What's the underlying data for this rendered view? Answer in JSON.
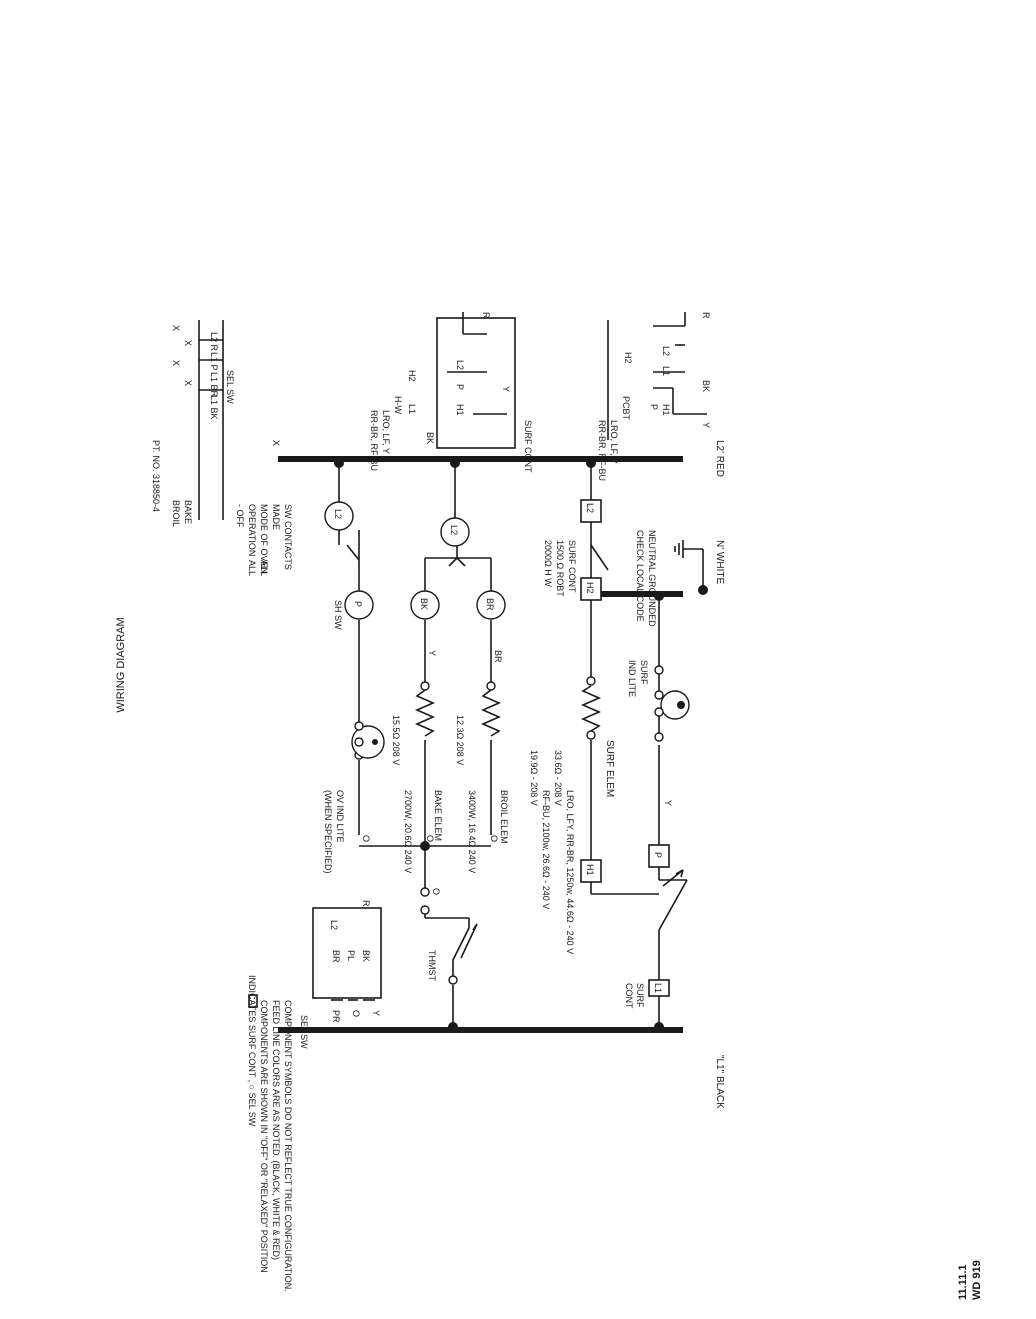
{
  "title": "WIRING DIAGRAM",
  "page_ref": {
    "line1": "11.11.1",
    "line2": "WD 919"
  },
  "buses": {
    "l1": "\"L1\" BLACK",
    "n": "N' WHITE",
    "l2": "L2' RED"
  },
  "ground_note": [
    "NEUTRAL GROUNDED",
    "CHECK LOCAL CODE"
  ],
  "surf_cont": {
    "label": [
      "SURF",
      "CONT"
    ],
    "terminals": {
      "l1": "L1",
      "h1": "H1",
      "p": "P",
      "h2": "H2",
      "l2": "L2"
    },
    "spec": [
      "SURF CONT",
      "1500 Ω ROBT",
      "2000Ω H W"
    ]
  },
  "surf_lite": {
    "label": [
      "SURF",
      "IND LITE"
    ]
  },
  "surf_elem": {
    "label": "SURF ELEM",
    "spec1": "LRO, LFY, RR-BR, 1250w, 44.6Ω - 240 V",
    "spec1b": "33.6Ω - 208 V",
    "spec2": "RF-BU, 2100w, 26.6Ω - 240 V",
    "spec2b": "19.9Ω - 208 V"
  },
  "broil_elem": {
    "label": "BROIL ELEM",
    "spec1": "3400W, 16.4Ω 240 V",
    "spec2": "12.3Ω 208 V",
    "wire": "BR"
  },
  "bake_elem": {
    "label": "BAKE ELEM",
    "spec1": "2700W, 20.6Ω 240 V",
    "spec2": "15.5Ω 208 V",
    "wire": "Y"
  },
  "ov_lite": {
    "label": [
      "OV IND LITE",
      "(WHEN SPECIFIED)"
    ]
  },
  "thmst": {
    "label": "THMST"
  },
  "sel_sw": {
    "label": "SEL SW",
    "terminals": {
      "bk": "BK",
      "pl": "PL",
      "br": "BR",
      "r": "R",
      "l2": "L2",
      "y": "Y",
      "o": "O",
      "pr": "PR"
    },
    "circles": {
      "br": "BR",
      "bk": "BK",
      "p": "P",
      "l2a": "L2",
      "l2b": "L2"
    },
    "sh_sw": "SH  SW",
    "wire_y": "Y",
    "wire_o": "O"
  },
  "detail1": {
    "leads": [
      "Y",
      "BK",
      "R"
    ],
    "terms": [
      "H1",
      "P",
      "L1",
      "L2",
      "H2"
    ],
    "codes": [
      "PCBT",
      "LRO, LF, Y",
      "RR-BR, RF-BU"
    ]
  },
  "detail2": {
    "title": "SURF CONT",
    "leads": [
      "Y",
      "BK",
      "R"
    ],
    "terms": [
      "H1",
      "P",
      "L2",
      "L1",
      "H2"
    ],
    "codes": [
      "H-W",
      "LRO, LF, Y",
      "RR-BR, RF-BU"
    ]
  },
  "legend": {
    "header": {
      "c1": "SW CONTACTS",
      "c2": "MADE",
      "c3": "X"
    },
    "mode": [
      "MODE OF OVEN",
      "OPERATION"
    ],
    "off": "- OFF",
    "all1": "ALL",
    "all2": "ALL",
    "sel_sw": "SEL SW",
    "cols": [
      "L1 BK",
      "L1 BR",
      "L1 P",
      "L2 R"
    ],
    "rows": [
      {
        "mode": "BAKE",
        "marks": [
          "X",
          "",
          "X",
          ""
        ]
      },
      {
        "mode": "BROIL",
        "marks": [
          "",
          "X",
          "",
          "X"
        ]
      }
    ],
    "part_no": "PT. NO. 318850-4"
  },
  "notes": [
    "COMPONENT SYMBOLS DO NOT REFLECT TRUE CONFIGURATION.",
    "FEED LINE COLORS ARE AS NOTED.  (BLACK, WHITE & RED)",
    "COMPONENTS ARE SHOWN IN \"OFF\" OR \"RELAXED\" POSITION",
    "INDICATES SURF CONT ,  ○  SEL SW"
  ]
}
